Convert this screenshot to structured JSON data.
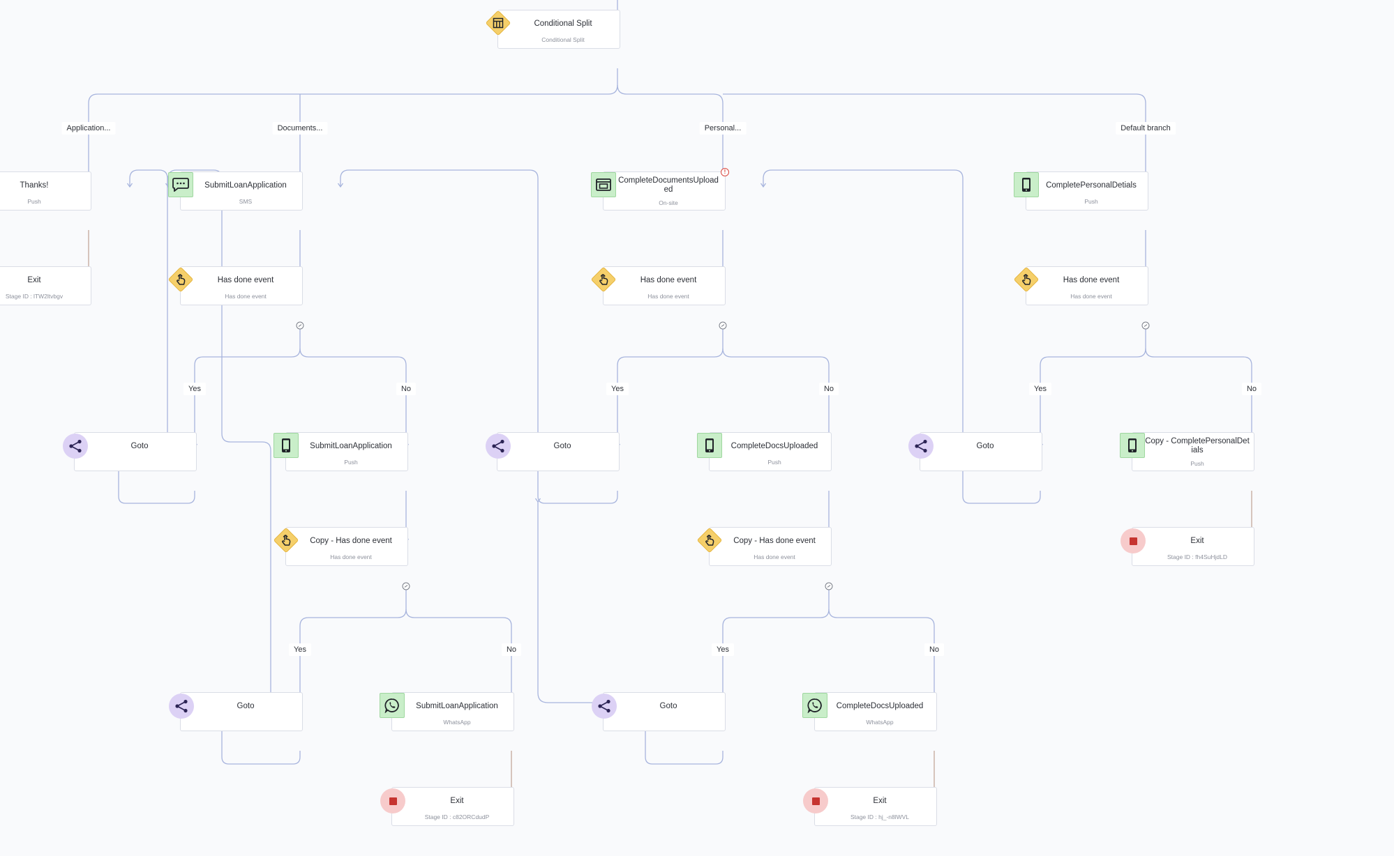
{
  "colors": {
    "wire": "#a7b4dd",
    "exit_wire": "#c4a79a",
    "accent": "#f5cf6a"
  },
  "nodes": [
    {
      "id": "n0",
      "title": "Conditional Split",
      "sub": "Conditional Split",
      "badge": "split-icon"
    },
    {
      "id": "n1",
      "title": "Thanks!",
      "sub": "Push",
      "badge": "phone-icon"
    },
    {
      "id": "n2",
      "title": "SubmitLoanApplication",
      "sub": "SMS",
      "badge": "sms-icon"
    },
    {
      "id": "n3",
      "title": "CompleteDocumentsUploaded",
      "sub": "On-site",
      "badge": "onsite-icon",
      "warning": "!"
    },
    {
      "id": "n4",
      "title": "CompletePersonalDetials",
      "sub": "Push",
      "badge": "phone-icon"
    },
    {
      "id": "n5",
      "title": "Exit",
      "sub": "Stage ID : lTW2ltvbgv",
      "badge": "exit-icon"
    },
    {
      "id": "n6",
      "title": "Has done event",
      "sub": "Has done event",
      "badge": "tap-icon"
    },
    {
      "id": "n7",
      "title": "Has done event",
      "sub": "Has done event",
      "badge": "tap-icon"
    },
    {
      "id": "n8",
      "title": "Has done event",
      "sub": "Has done event",
      "badge": "tap-icon"
    },
    {
      "id": "n9",
      "title": "Goto",
      "sub": "",
      "badge": "share-icon"
    },
    {
      "id": "n10",
      "title": "SubmitLoanApplication",
      "sub": "Push",
      "badge": "phone-icon"
    },
    {
      "id": "n11",
      "title": "Goto",
      "sub": "",
      "badge": "share-icon"
    },
    {
      "id": "n12",
      "title": "CompleteDocsUploaded",
      "sub": "Push",
      "badge": "phone-icon"
    },
    {
      "id": "n13",
      "title": "Goto",
      "sub": "",
      "badge": "share-icon"
    },
    {
      "id": "n14",
      "title": "Copy - CompletePersonalDetials",
      "sub": "Push",
      "badge": "phone-icon"
    },
    {
      "id": "n15",
      "title": "Copy - Has done event",
      "sub": "Has done event",
      "badge": "tap-icon"
    },
    {
      "id": "n16",
      "title": "Copy - Has done event",
      "sub": "Has done event",
      "badge": "tap-icon"
    },
    {
      "id": "n17",
      "title": "Exit",
      "sub": "Stage ID : fh4SuHjdLD",
      "badge": "exit-icon"
    },
    {
      "id": "n18",
      "title": "Goto",
      "sub": "",
      "badge": "share-icon"
    },
    {
      "id": "n19",
      "title": "SubmitLoanApplication",
      "sub": "WhatsApp",
      "badge": "whatsapp-icon"
    },
    {
      "id": "n20",
      "title": "Goto",
      "sub": "",
      "badge": "share-icon"
    },
    {
      "id": "n21",
      "title": "CompleteDocsUploaded",
      "sub": "WhatsApp",
      "badge": "whatsapp-icon"
    },
    {
      "id": "n22",
      "title": "Exit",
      "sub": "Stage ID : c82ORCdudP",
      "badge": "exit-icon"
    },
    {
      "id": "n23",
      "title": "Exit",
      "sub": "Stage ID : hj_-n8lWVL",
      "badge": "exit-icon"
    }
  ],
  "labels": [
    {
      "id": "l0",
      "text": "Application..."
    },
    {
      "id": "l1",
      "text": "Documents..."
    },
    {
      "id": "l2",
      "text": "Personal..."
    },
    {
      "id": "l3",
      "text": "Default branch"
    },
    {
      "id": "l4",
      "text": "Yes"
    },
    {
      "id": "l5",
      "text": "No"
    },
    {
      "id": "l6",
      "text": "Yes"
    },
    {
      "id": "l7",
      "text": "No"
    },
    {
      "id": "l8",
      "text": "Yes"
    },
    {
      "id": "l9",
      "text": "No"
    },
    {
      "id": "l10",
      "text": "Yes"
    },
    {
      "id": "l11",
      "text": "No"
    },
    {
      "id": "l12",
      "text": "Yes"
    },
    {
      "id": "l13",
      "text": "No"
    }
  ]
}
